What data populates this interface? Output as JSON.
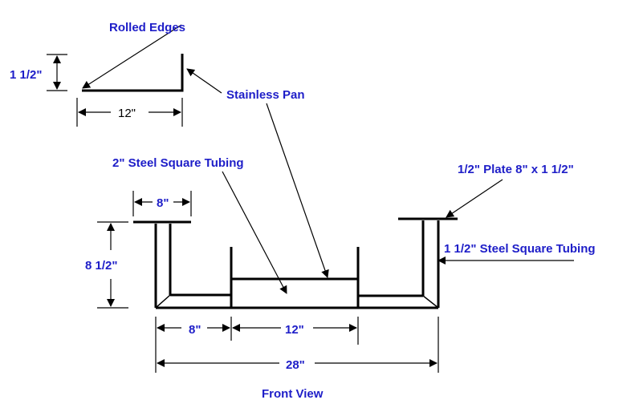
{
  "diagram": {
    "labels": {
      "rolled_edges": "Rolled Edges",
      "pan_height": "1 1/2\"",
      "pan_width": "12\"",
      "stainless_pan": "Stainless Pan",
      "steel_2in": "2\" Steel Square Tubing",
      "plate": "1/2\" Plate 8\" x 1 1/2\"",
      "plate_width": "8\"",
      "height": "8 1/2\"",
      "steel_1_5in": "1 1/2\" Steel Square Tubing",
      "left_width": "8\"",
      "center_width": "12\"",
      "total_width": "28\"",
      "view": "Front View"
    },
    "colors": {
      "label": "#1e1ec8",
      "lines": "#000000"
    }
  }
}
